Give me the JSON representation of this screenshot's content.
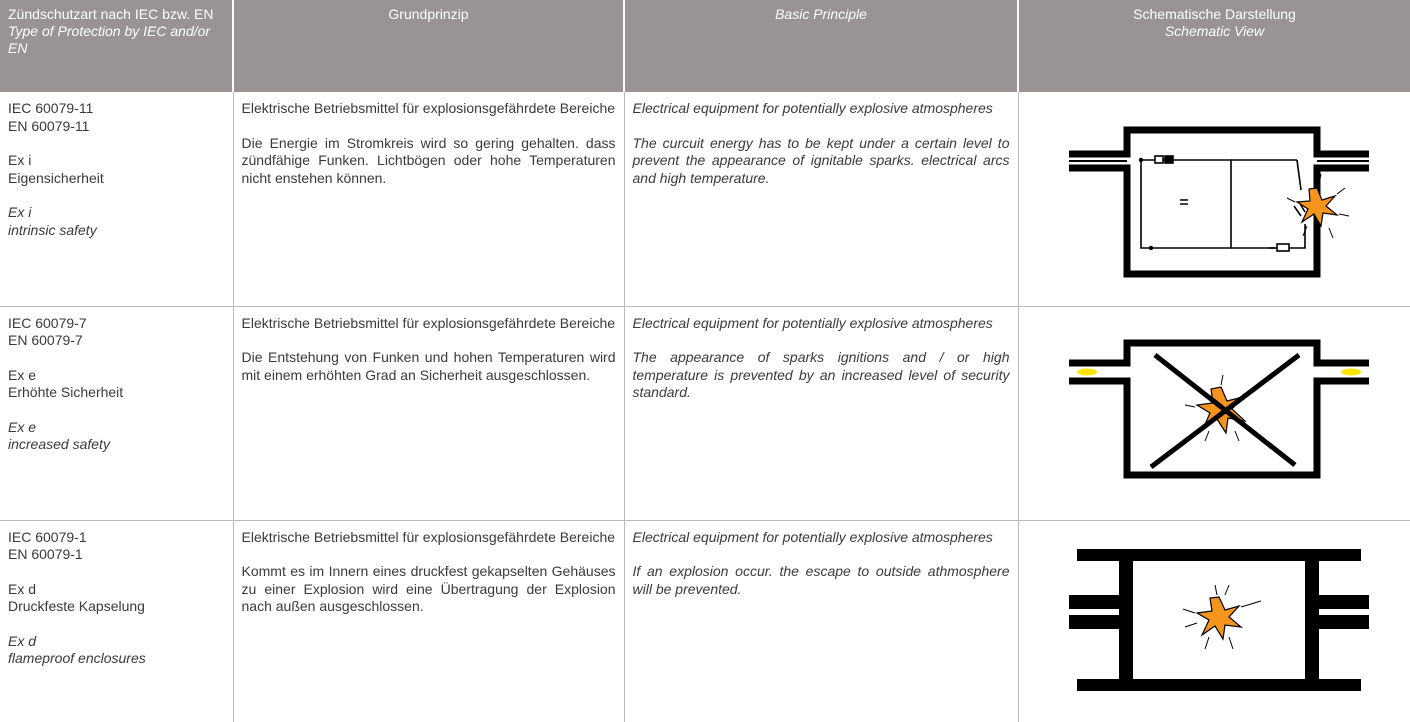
{
  "header": {
    "col1_de": "Zündschutzart nach IEC bzw. EN",
    "col1_en": "Type of Protection by IEC and/or EN",
    "col2": "Grundprinzip",
    "col3": "Basic Principle",
    "col4_de": "Schematische Darstellung",
    "col4_en": "Schematic View"
  },
  "rows": [
    {
      "standard_iec": "IEC 60079-11",
      "standard_en": "EN 60079-11",
      "code_de": "Ex i",
      "name_de": "Eigensicherheit",
      "code_en": "Ex i",
      "name_en": "intrinsic safety",
      "principle_de_title": "Elektrische Betriebsmittel für explosions­gefährdete Bereiche",
      "principle_de_text": "Die Energie im Stromkreis wird so gering ge­halten. dass zündfähige Funken. Lichtbögen oder hohe Temperaturen nicht enstehen kön­nen.",
      "principle_en_title": "Electrical equipment for potentially explosive atmospheres",
      "principle_en_text": "The curcuit energy has to be kept under a cer­tain level to prevent the appearance of ignitable sparks. electrical arcs and high temperature.",
      "schematic_icon": "intrinsic-safety-schematic-icon"
    },
    {
      "standard_iec": "IEC 60079-7",
      "standard_en": "EN 60079-7",
      "code_de": "Ex e",
      "name_de": "Erhöhte Sicherheit",
      "code_en": "Ex e",
      "name_en": "increased safety",
      "principle_de_title": "Elektrische Betriebsmittel für explosionsge­fährdete Bereiche",
      "principle_de_text": "Die Entstehung von Funken und hohen Tem­peraturen wird mit einem erhöhten Grad an Sicherheit ausgeschlossen.",
      "principle_en_title": "Electrical equipment for potentially explosive atmospheres",
      "principle_en_text": "The appearance of sparks ignitions and / or high temperature is prevented by an increased level of security standard.",
      "schematic_icon": "increased-safety-schematic-icon"
    },
    {
      "standard_iec": "IEC 60079-1",
      "standard_en": "EN 60079-1",
      "code_de": "Ex d",
      "name_de": "Druckfeste Kapselung",
      "code_en": "Ex d",
      "name_en": "flameproof enclosures",
      "principle_de_title": "Elektrische Betriebsmittel für explosions­gefährdete Bereiche",
      "principle_de_text": "Kommt es im Innern eines druckfest gekap­selten Gehäuses zu einer Explosion wird eine Übertragung der Explosion nach außen aus­geschlossen.",
      "principle_en_title": "Electrical equipment for potentially explosive atmospheres",
      "principle_en_text": "If an explosion occur. the escape to outside ath­mosphere will be prevented.",
      "schematic_icon": "flameproof-enclosure-schematic-icon"
    }
  ],
  "colors": {
    "header_bg": "#9a9394",
    "explosion_orange": "#f7941d",
    "gap_yellow": "#ffe600"
  }
}
